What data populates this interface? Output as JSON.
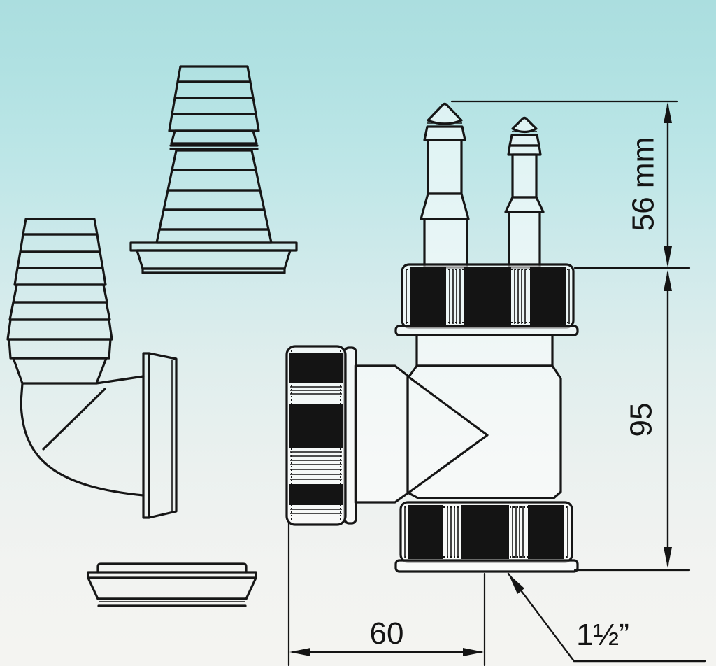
{
  "drawing": {
    "dimensions": {
      "spigot_height": "56 mm",
      "body_height": "95",
      "body_width": "60",
      "thread_size": "1½”"
    },
    "colors": {
      "line": "#161616",
      "background_top": "#abdedf",
      "background_bottom": "#f4f4f1",
      "knurl_fill": "#141414"
    }
  }
}
